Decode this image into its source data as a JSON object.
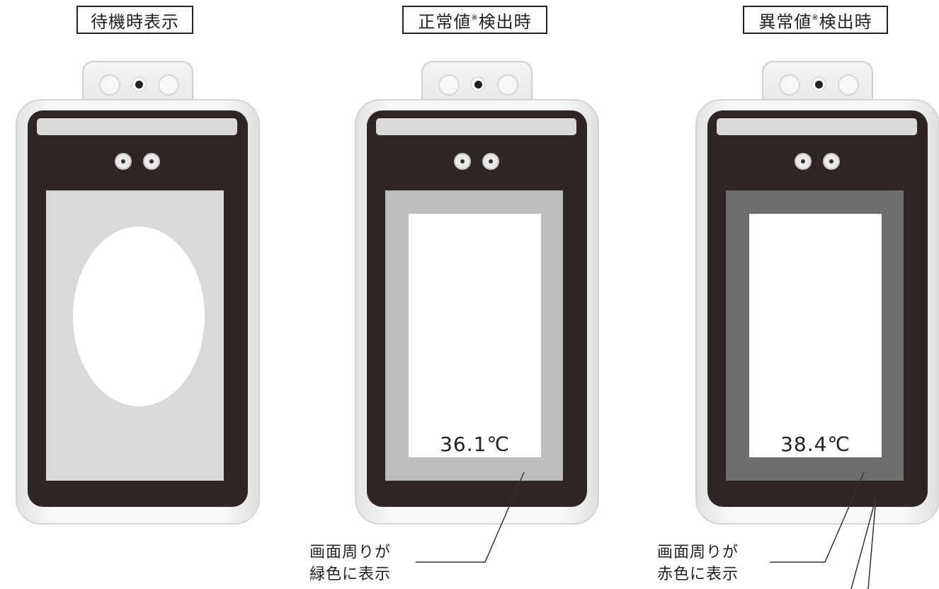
{
  "panels": [
    {
      "label": "待機時表示",
      "label_sup": "",
      "label_rest": ""
    },
    {
      "label": "正常値",
      "label_sup": "※",
      "label_rest": "検出時",
      "temperature": "36.1℃"
    },
    {
      "label": "異常値",
      "label_sup": "※",
      "label_rest": "検出時",
      "temperature": "38.4℃"
    }
  ],
  "captions": {
    "normal": {
      "line1": "画面周りが",
      "line2": "緑色に表示"
    },
    "abnormal": {
      "line1": "画面周りが",
      "line2": "赤色に表示"
    }
  },
  "colors": {
    "standby_screen": "#d9d9d9",
    "normal_frame": "#bdbdbd",
    "abnormal_frame": "#6e6e6e",
    "bezel": "#2f2524"
  }
}
